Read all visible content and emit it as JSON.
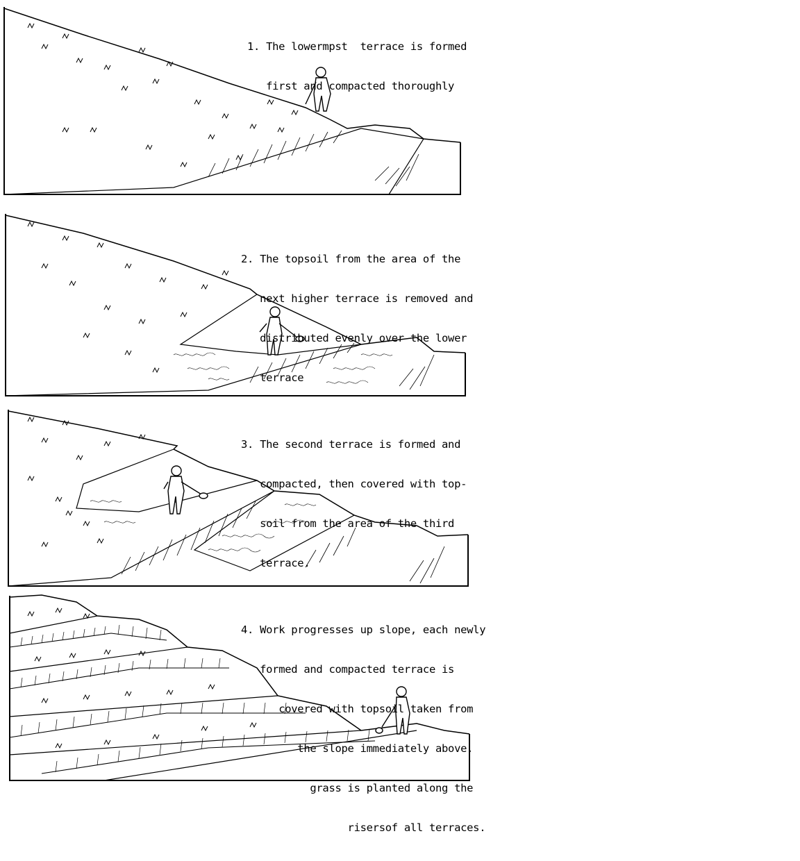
{
  "steps": [
    {
      "caption": [
        "1. The lowermpst  terrace is formed",
        "   first and compacted thoroughly"
      ]
    },
    {
      "caption": [
        "2. The topsoil from the area of the",
        "   next higher terrace is removed and",
        "   distributed evenly over the lower",
        "   terrace"
      ]
    },
    {
      "caption": [
        "3. The second terrace is formed and",
        "   compacted, then covered with top-",
        "   soil from the area of the third",
        "   terrace."
      ]
    },
    {
      "caption": [
        "4. Work progresses up slope, each newly",
        "   formed and compacted terrace is",
        "      covered with topsoil taken from",
        "         the slope immediately above.",
        "           grass is planted along the",
        "                 risersof all terraces."
      ]
    }
  ]
}
